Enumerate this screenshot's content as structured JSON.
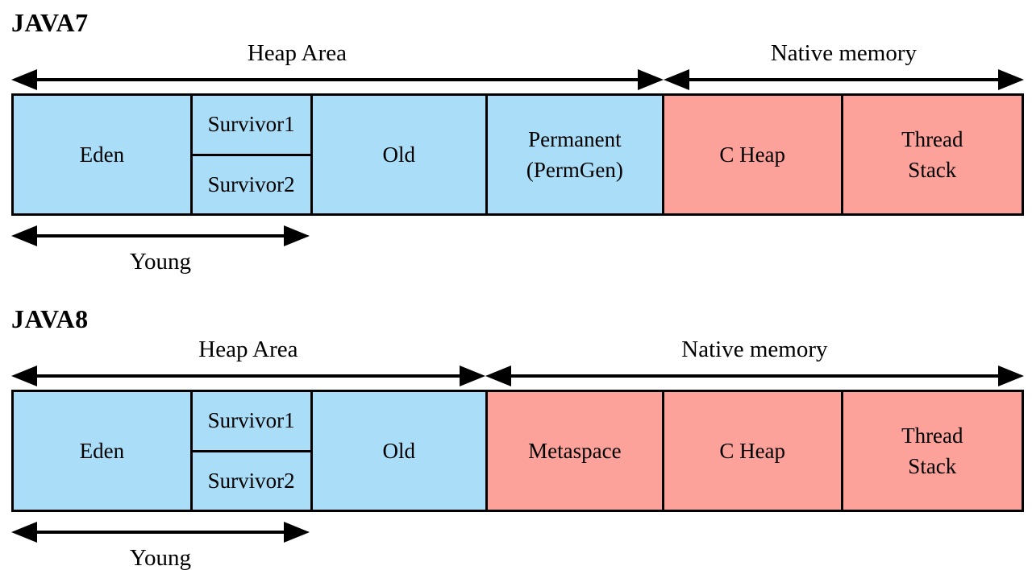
{
  "colors": {
    "heap-fill": "#aaddf7",
    "native-fill": "#fda29a",
    "stroke": "#000000",
    "text": "#000000",
    "background": "#ffffff"
  },
  "sections": [
    {
      "title": "JAVA7",
      "heap_area_label": "Heap Area",
      "native_memory_label": "Native memory",
      "young_label": "Young",
      "boxes": {
        "eden": "Eden",
        "survivor1": "Survivor1",
        "survivor2": "Survivor2",
        "old": "Old",
        "fourth": "Permanent\n(PermGen)",
        "c_heap": "C Heap",
        "thread_stack": "Thread\nStack"
      }
    },
    {
      "title": "JAVA8",
      "heap_area_label": "Heap Area",
      "native_memory_label": "Native memory",
      "young_label": "Young",
      "boxes": {
        "eden": "Eden",
        "survivor1": "Survivor1",
        "survivor2": "Survivor2",
        "old": "Old",
        "fourth": "Metaspace",
        "c_heap": "C Heap",
        "thread_stack": "Thread\nStack"
      }
    }
  ]
}
